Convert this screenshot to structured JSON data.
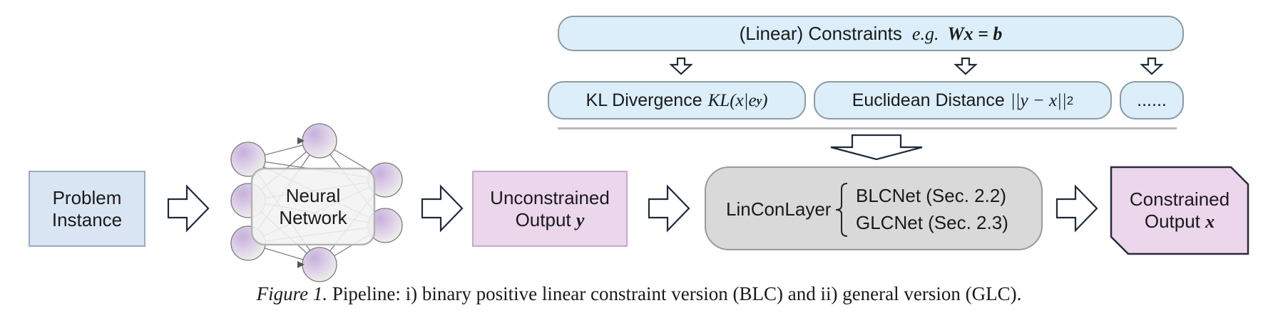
{
  "constraints": {
    "prefix": "(Linear) Constraints",
    "eg": "e.g.",
    "equation": "Wx = b"
  },
  "distances": {
    "kl_label": "KL Divergence",
    "kl_formula": "KL(x|e",
    "kl_sup": "y",
    "kl_close": ")",
    "euclid_label": "Euclidean Distance",
    "euclid_formula": "||y − x||",
    "euclid_sub": "2",
    "more": "......"
  },
  "problem": {
    "line1": "Problem",
    "line2": "Instance"
  },
  "network": {
    "line1": "Neural",
    "line2": "Network"
  },
  "unconstrained": {
    "line1": "Unconstrained",
    "line2_text": "Output",
    "line2_var": "y"
  },
  "lincon": {
    "title": "LinConLayer",
    "option1": "BLCNet (Sec. 2.2)",
    "option2": "GLCNet (Sec. 2.3)"
  },
  "constrained": {
    "line1": "Constrained",
    "line2_text": "Output",
    "line2_var": "x"
  },
  "caption": {
    "label": "Figure 1.",
    "text": "Pipeline: i) binary positive linear constraint version (BLC) and ii) general version (GLC)."
  },
  "colors": {
    "light_blue": "#dbeef9",
    "problem_blue": "#dae5f3",
    "pink": "#ecd6ec",
    "gray": "#d9d9d9",
    "node_purple": "#d7c4e6",
    "node_green": "#eef3e2"
  }
}
